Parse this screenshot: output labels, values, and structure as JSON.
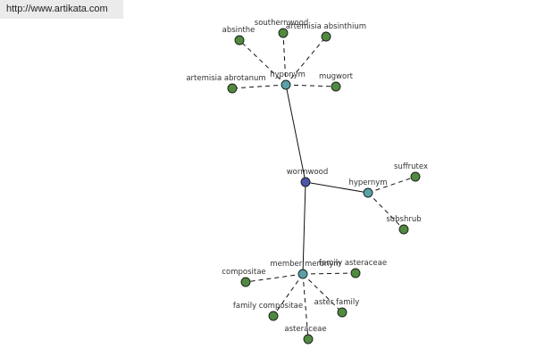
{
  "header": {
    "url": "http://www.artikata.com"
  },
  "colors": {
    "hub": "#5aa0a8",
    "leaf": "#4f8a3f",
    "center": "#4a56a6",
    "stroke": "#1a1a1a",
    "edge": "#111111"
  },
  "graph": {
    "nodes": [
      {
        "id": "wormwood",
        "label": "wormwood",
        "kind": "center"
      },
      {
        "id": "hyponym",
        "label": "hyponym",
        "kind": "hub"
      },
      {
        "id": "hypernym",
        "label": "hypernym",
        "kind": "hub"
      },
      {
        "id": "member",
        "label": "member meronym",
        "kind": "hub"
      },
      {
        "id": "absinthe",
        "label": "absinthe",
        "kind": "leaf"
      },
      {
        "id": "southernwood",
        "label": "southernwood",
        "kind": "leaf"
      },
      {
        "id": "artemisia-absinthium",
        "label": "artemisia absinthium",
        "kind": "leaf"
      },
      {
        "id": "artemisia-abrotanum",
        "label": "artemisia abrotanum",
        "kind": "leaf"
      },
      {
        "id": "mugwort",
        "label": "mugwort",
        "kind": "leaf"
      },
      {
        "id": "suffrutex",
        "label": "suffrutex",
        "kind": "leaf"
      },
      {
        "id": "subshrub",
        "label": "subshrub",
        "kind": "leaf"
      },
      {
        "id": "compositae",
        "label": "compositae",
        "kind": "leaf"
      },
      {
        "id": "family-asteraceae",
        "label": "family asteraceae",
        "kind": "leaf"
      },
      {
        "id": "family-compositae",
        "label": "family compositae",
        "kind": "leaf"
      },
      {
        "id": "aster-family",
        "label": "aster family",
        "kind": "leaf"
      },
      {
        "id": "asteraceae",
        "label": "asteraceae",
        "kind": "leaf"
      }
    ],
    "edges": [
      {
        "from": "wormwood",
        "to": "hyponym",
        "style": "solid"
      },
      {
        "from": "wormwood",
        "to": "hypernym",
        "style": "solid"
      },
      {
        "from": "wormwood",
        "to": "member",
        "style": "solid"
      },
      {
        "from": "hyponym",
        "to": "absinthe",
        "style": "dashed"
      },
      {
        "from": "hyponym",
        "to": "southernwood",
        "style": "dashed"
      },
      {
        "from": "hyponym",
        "to": "artemisia-absinthium",
        "style": "dashed"
      },
      {
        "from": "hyponym",
        "to": "artemisia-abrotanum",
        "style": "dashed"
      },
      {
        "from": "hyponym",
        "to": "mugwort",
        "style": "dashed"
      },
      {
        "from": "hypernym",
        "to": "suffrutex",
        "style": "dashed"
      },
      {
        "from": "hypernym",
        "to": "subshrub",
        "style": "dashed"
      },
      {
        "from": "member",
        "to": "compositae",
        "style": "dashed"
      },
      {
        "from": "member",
        "to": "family-asteraceae",
        "style": "dashed"
      },
      {
        "from": "member",
        "to": "family-compositae",
        "style": "dashed"
      },
      {
        "from": "member",
        "to": "aster-family",
        "style": "dashed"
      },
      {
        "from": "member",
        "to": "asteraceae",
        "style": "dashed"
      }
    ]
  }
}
